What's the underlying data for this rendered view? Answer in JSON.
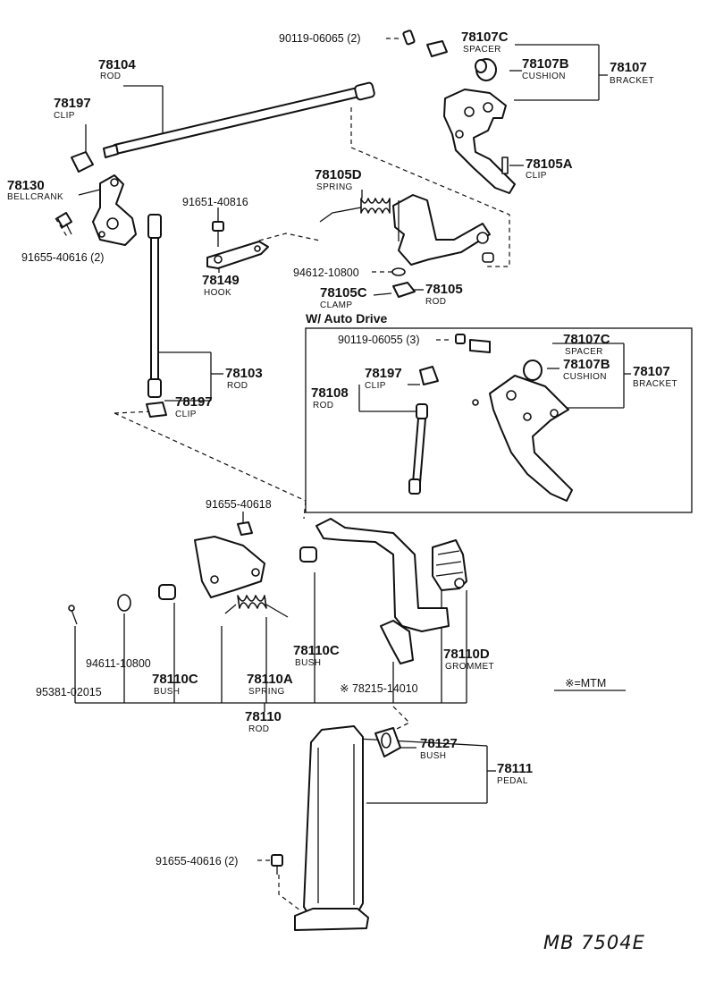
{
  "parts": {
    "p90119_06065": {
      "number": "90119-06065 (2)"
    },
    "p78107C": {
      "number": "78107C",
      "name": "SPACER"
    },
    "p78107B": {
      "number": "78107B",
      "name": "CUSHION"
    },
    "p78107": {
      "number": "78107",
      "name": "BRACKET"
    },
    "p78104": {
      "number": "78104",
      "name": "ROD"
    },
    "p78197a": {
      "number": "78197",
      "name": "CLIP"
    },
    "p78105A": {
      "number": "78105A",
      "name": "CLIP"
    },
    "p78130": {
      "number": "78130",
      "name": "BELLCRANK"
    },
    "p78105D": {
      "number": "78105D",
      "name": "SPRING"
    },
    "p91651": {
      "number": "91651-40816"
    },
    "p91655a": {
      "number": "91655-40616 (2)"
    },
    "p78149": {
      "number": "78149",
      "name": "HOOK"
    },
    "p94612": {
      "number": "94612-10800"
    },
    "p78105C": {
      "number": "78105C",
      "name": "CLAMP"
    },
    "p78105": {
      "number": "78105",
      "name": "ROD"
    },
    "p78103": {
      "number": "78103",
      "name": "ROD"
    },
    "p78197b": {
      "number": "78197",
      "name": "CLIP"
    },
    "p91655b": {
      "number": "91655-40618"
    },
    "p94611": {
      "number": "94611-10800"
    },
    "p95381": {
      "number": "95381-02015"
    },
    "p78110C_a": {
      "number": "78110C",
      "name": "BUSH"
    },
    "p78110A": {
      "number": "78110A",
      "name": "SPRING"
    },
    "p78110": {
      "number": "78110",
      "name": "ROD"
    },
    "p78110C_b": {
      "number": "78110C",
      "name": "BUSH"
    },
    "p78215": {
      "number": "※ 78215-14010"
    },
    "p78110D": {
      "number": "78110D",
      "name": "GROMMET"
    },
    "p78127": {
      "number": "78127",
      "name": "BUSH"
    },
    "p78111": {
      "number": "78111",
      "name": "PEDAL"
    },
    "p91655c": {
      "number": "91655-40616 (2)"
    }
  },
  "auto_drive": {
    "title": "W/ Auto Drive",
    "p90119": {
      "number": "90119-06055 (3)"
    },
    "p78107C": {
      "number": "78107C",
      "name": "SPACER"
    },
    "p78107B": {
      "number": "78107B",
      "name": "CUSHION"
    },
    "p78107": {
      "number": "78107",
      "name": "BRACKET"
    },
    "p78197": {
      "number": "78197",
      "name": "CLIP"
    },
    "p78108": {
      "number": "78108",
      "name": "ROD"
    }
  },
  "legend": {
    "text": "※=MTM"
  },
  "diagram_code": "MB 7504E"
}
